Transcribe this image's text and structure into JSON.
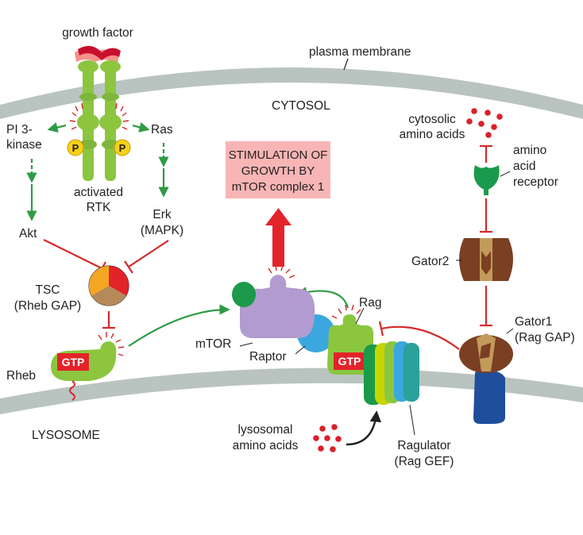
{
  "labels": {
    "growth_factor": "growth factor",
    "plasma_membrane": "plasma membrane",
    "cytosol": "CYTOSOL",
    "pi3_line1": "PI 3-",
    "pi3_line2": "kinase",
    "ras": "Ras",
    "phospho": "P",
    "activated_rtk_line1": "activated",
    "activated_rtk_line2": "RTK",
    "akt": "Akt",
    "erk_line1": "Erk",
    "erk_line2": "(MAPK)",
    "tsc_line1": "TSC",
    "tsc_line2": "(Rheb GAP)",
    "rheb": "Rheb",
    "gtp": "GTP",
    "mtor": "mTOR",
    "raptor": "Raptor",
    "rag": "Rag",
    "lysosome": "LYSOSOME",
    "cyto_aa_line1": "cytosolic",
    "cyto_aa_line2": "amino acids",
    "aa_receptor_line1": "amino",
    "aa_receptor_line2": "acid",
    "aa_receptor_line3": "receptor",
    "gator2": "Gator2",
    "gator1_line1": "Gator1",
    "gator1_line2": "(Rag GAP)",
    "lyso_aa_line1": "lysosomal",
    "lyso_aa_line2": "amino acids",
    "ragulator_line1": "Ragulator",
    "ragulator_line2": "(Rag GEF)"
  },
  "stimulation_box": {
    "line1": "STIMULATION OF",
    "line2": "GROWTH BY",
    "line3": "mTOR complex 1"
  },
  "colors": {
    "membrane": "#b9c4c1",
    "green_protein": "#8cc63f",
    "activation_arrow": "#2e9b45",
    "inhibition": "#d42a2a",
    "gtp_box": "#e3232a",
    "box_fill": "#f7b5b5",
    "mtor": "#b19bcf",
    "raptor": "#3aa7df",
    "gator": "#7b3f22",
    "gator_band": "#c29a5a",
    "aa_dot": "#d8222a"
  }
}
